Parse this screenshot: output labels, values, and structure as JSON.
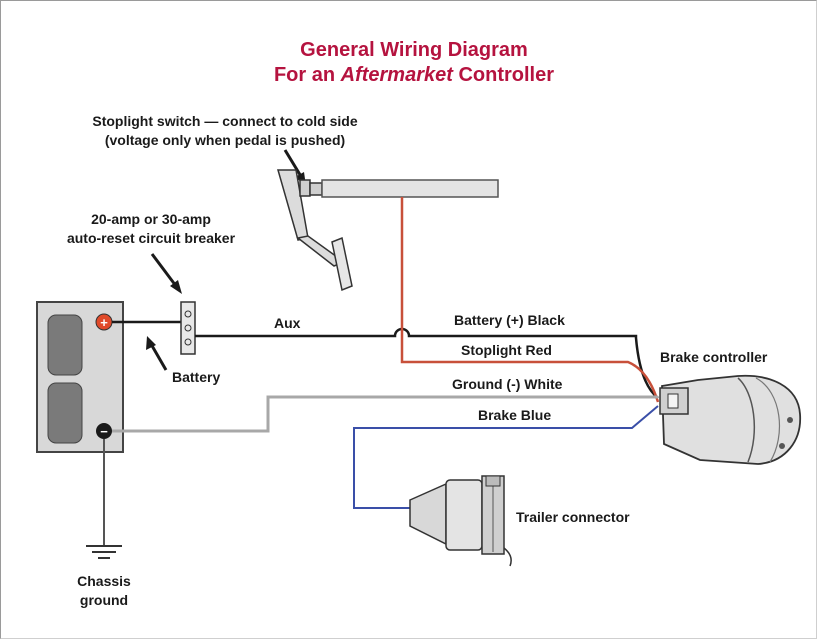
{
  "title": {
    "line1": "General Wiring Diagram",
    "line2_prefix": "For an ",
    "line2_italic": "Aftermarket",
    "line2_suffix": " Controller"
  },
  "labels": {
    "stoplight_switch_1": "Stoplight switch — connect to cold side",
    "stoplight_switch_2": "(voltage only when pedal is pushed)",
    "breaker_1": "20-amp or 30-amp",
    "breaker_2": "auto-reset circuit breaker",
    "aux": "Aux",
    "battery": "Battery",
    "battery_black": "Battery (+)  Black",
    "stoplight_red": "Stoplight  Red",
    "ground_white": "Ground (-)  White",
    "brake_blue": "Brake  Blue",
    "brake_controller": "Brake controller",
    "trailer_connector": "Trailer connector",
    "chassis_1": "Chassis",
    "chassis_2": "ground"
  },
  "battery_terminals": {
    "positive": "+",
    "negative": "−"
  },
  "wire_colors": {
    "title": "#b5133f",
    "black": "#1a1a1a",
    "red": "#c8503a",
    "white": "#a8a8a8",
    "blue": "#3a4fa8",
    "ground": "#555555"
  }
}
